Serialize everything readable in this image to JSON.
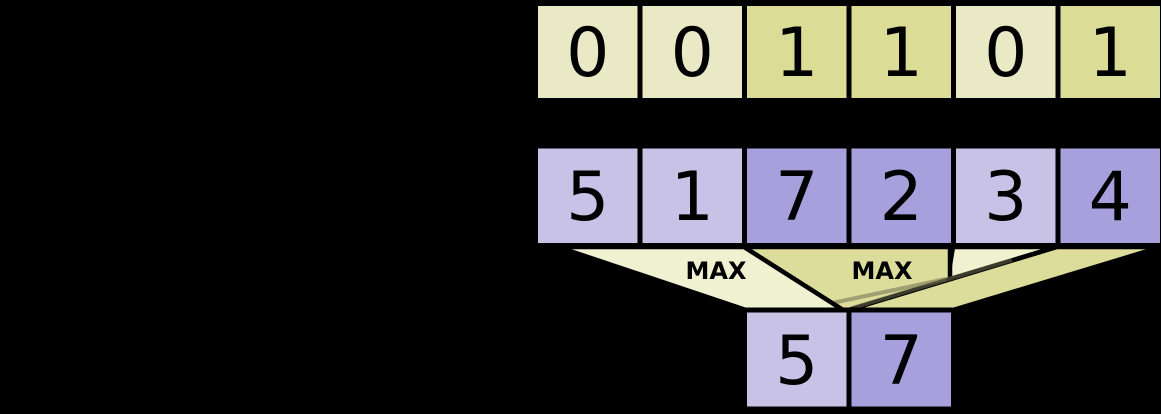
{
  "diagram": {
    "mask_row": {
      "values": [
        0,
        0,
        1,
        1,
        0,
        1
      ]
    },
    "value_row": {
      "values": [
        5,
        1,
        7,
        2,
        3,
        4
      ]
    },
    "groups": [
      {
        "operation": "MAX",
        "mask": 0,
        "source_values": [
          5,
          1,
          3
        ],
        "result": 5
      },
      {
        "operation": "MAX",
        "mask": 1,
        "source_values": [
          7,
          2,
          4
        ],
        "result": 7
      }
    ],
    "colors": {
      "background": "#000000",
      "mask_zero_fill": "#e9eac5",
      "mask_one_fill": "#dbdc96",
      "value_light_fill": "#c7c2e6",
      "value_dark_fill": "#a7a0dd",
      "funnel_light_fill": "#f0f1d0",
      "funnel_dark_fill": "#dcdd9a",
      "funnel_overlap_edge": "rgba(110,110,80,0.55)",
      "cell_border": "#000000",
      "text": "#000000"
    }
  }
}
